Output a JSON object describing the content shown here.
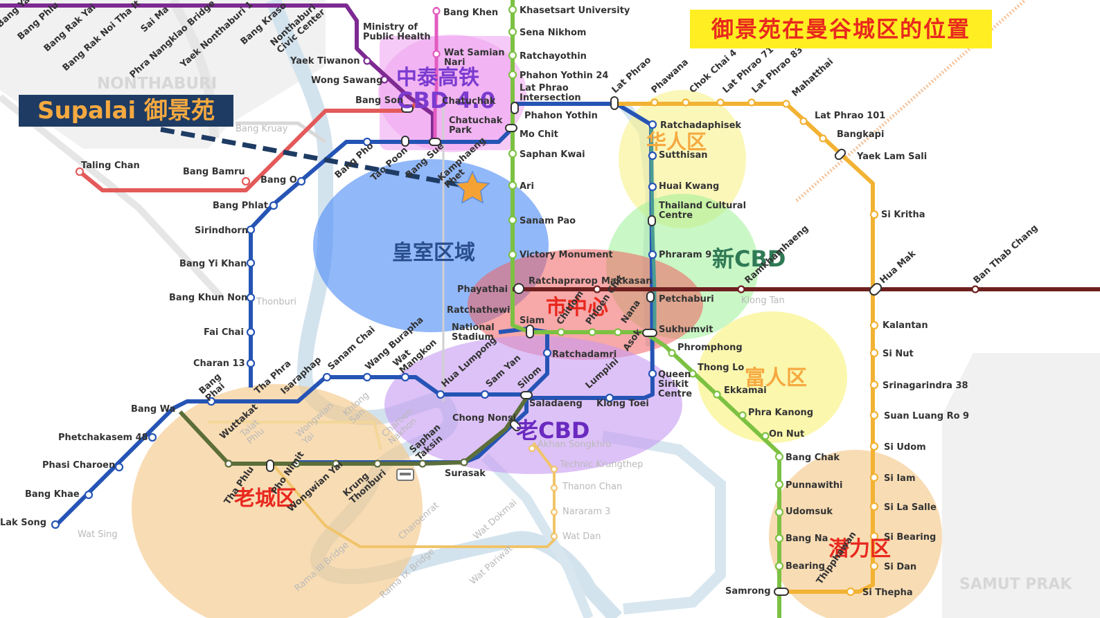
{
  "title": "御景苑在曼谷城区的位置",
  "project_label": "Supalai 御景苑",
  "regions": [
    "NONTHABURI",
    "SAMUT PRAK"
  ],
  "zones": {
    "hsr": "中泰高铁",
    "cbd40": "CBD 4.0",
    "royal": "皇室区域",
    "city_center": "市中心",
    "chinatown": "华人区",
    "new_cbd": "新CBD",
    "rich": "富人区",
    "old_cbd": "老CBD",
    "old_city": "老城区",
    "potential": "潜力区"
  },
  "stations": {
    "bang_khen": "Bang Khen",
    "khasetsart": "Khasetsart University",
    "sena_nikhom": "Sena Nikhom",
    "ratchayothin": "Ratchayothin",
    "phahon_24": "Phahon Yothin 24",
    "lat_phrao_intersection": "Lat Phrao\nIntersection",
    "phahon_yothin": "Phahon Yothin",
    "mo_chit": "Mo Chit",
    "saphan_kwai": "Saphan Kwai",
    "ari": "Ari",
    "sanam_pao": "Sanam Pao",
    "victory": "Victory Monument",
    "phayathai": "Phayathai",
    "ratchathewi": "Ratchathewi",
    "national_stadium": "National\nStadium",
    "siam": "Siam",
    "ratchaprarop": "Ratchaprarop",
    "makkasan": "Makkasan",
    "petchaburi": "Petchaburi",
    "sukhumvit": "Sukhumvit",
    "phromphong": "Phromphong",
    "thong_lo": "Thong Lo",
    "ekkamai": "Ekkamai",
    "phra_kanong": "Phra Kanong",
    "on_nut": "On Nut",
    "bang_chak": "Bang Chak",
    "punnawithi": "Punnawithi",
    "udomsuk": "Udomsuk",
    "bang_na": "Bang Na",
    "bearing": "Bearing",
    "samrong": "Samrong",
    "ratchadaphisek": "Ratchadaphisek",
    "sutthisan": "Sutthisan",
    "huai_kwang": "Huai Kwang",
    "thai_cultural": "Thailand Cultural\nCentre",
    "phraram9": "Phraram 9",
    "queen_sirikit": "Queen\nSirikit\nCentre",
    "ratchadamri": "Ratchadamri",
    "saladaeng": "Saladaeng",
    "klong_toei": "Klong Toei",
    "chong_nonsi": "Chong Nonsi",
    "akhan_songkhro": "Akhan Songkhro",
    "technic_krungthep": "Technic Krungthep",
    "thanon_chan": "Thanon Chan",
    "nararam3": "Nararam 3",
    "wat_dan": "Wat Dan",
    "surasak": "Surasak",
    "lat_phrao101": "Lat Phrao 101",
    "bangkapi": "Bangkapi",
    "yaek_lam_sali": "Yaek Lam Sali",
    "si_kritha": "Si Kritha",
    "kalantan": "Kalantan",
    "si_nut": "Si Nut",
    "srinagarindra38": "Srinagarindra 38",
    "suan_luang": "Suan Luang Ro 9",
    "si_udom": "Si Udom",
    "si_iam": "Si Iam",
    "si_la_salle": "Si La Salle",
    "si_bearing": "Si Bearing",
    "si_dan": "Si Dan",
    "si_thepha": "Si Thepha",
    "ministry": "Ministry of\nPublic Health",
    "yaek_tiwanon": "Yaek Tiwanon",
    "wong_sawang": "Wong Sawang",
    "bang_son": "Bang Son",
    "wat_samian_nari": "Wat Samian\nNari",
    "chatuchak_park": "Chatuchak\nPark",
    "chatuchak": "Chatuchak",
    "taling_chan": "Taling Chan",
    "bang_bamru": "Bang Bamru",
    "bang_kruay": "Bang Kruay",
    "bang_o": "Bang O",
    "bang_phlat": "Bang Phlat",
    "sirindhorn": "Sirindhorn",
    "bang_yi_khan": "Bang Yi Khan",
    "bang_khun_non": "Bang Khun Non",
    "thonburi": "Thonburi",
    "fai_chai": "Fai Chai",
    "charan13": "Charan 13",
    "bang_wa": "Bang Wa",
    "phetchakasem48": "Phetchakasem 48",
    "phasi_charoen": "Phasi Charoen",
    "bang_khae": "Bang Khae",
    "lak_song": "Lak Song",
    "wat_sing": "Wat Sing",
    "klong_tan": "Klong Tan"
  },
  "rotated_labels": {
    "bang_yai": "Bang Yai",
    "bang_phlu": "Bang Phlu",
    "bang_rak_yai": "Bang Rak Yai",
    "bang_rak_noi": "Bang Rak Noi Tha It",
    "sai_ma": "Sai Ma",
    "phra_nangklao": "Phra Nangklao Bridge",
    "yaek_nonthaburi": "Yaek Nonthaburi 1",
    "bang_kraso": "Bang Kraso",
    "nonthaburi_civic": "Nonthaburi\nCivic Center",
    "bang_pho": "Bang Pho",
    "tao_poon": "Tao Poon",
    "bang_sue": "Bang Sue",
    "kamphaeng_phet": "Kamphaeng\nPhet",
    "lat_phrao": "Lat Phrao",
    "phawana": "Phawana",
    "chok_chai4": "Chok Chai 4",
    "lat_phrao71": "Lat Phrao 71",
    "lat_phrao83": "Lat Phrao 83",
    "mahatthai": "Mahatthai",
    "ramkhamhaeng": "Ramkhamhaeng",
    "hua_mak": "Hua Mak",
    "ban_thap_chang": "Ban Thab Chang",
    "chitlom": "Chitlom",
    "phloen_chit": "Phloen Chit",
    "nana": "Nana",
    "asok": "Asok",
    "hua_lumpong": "Hua Lumpong",
    "sam_yan": "Sam Yan",
    "silom": "Silom",
    "lumpini": "Lumpini",
    "sanam_chai": "Sanam Chai",
    "wang_burapha": "Wang Burapha",
    "wat_mangkon": "Wat\nMangkon",
    "isaraphap": "Isaraphap",
    "tha_phra": "Tha Phra",
    "bang_phai": "Bang\nPhai",
    "wuttakat": "Wuttakat",
    "talat_phlu": "Talat\nPhlu",
    "wongwian_yai_faint": "Wongwian\nYai",
    "khlong_san": "Khlong\nSan",
    "charoen_nakhon": "Charoen\nNakhon",
    "saphan_taksin": "Saphan\nTaksin",
    "tha_phlu": "Tha Phlu",
    "pho_nimit": "Pho Nimit",
    "wongwian_yai": "Wongwian Yai",
    "krung_thonburi": "Krung\nThonburi",
    "charoenrat": "Charoenrat",
    "wat_dokmai": "Wat Dokmai",
    "rama3_bridge": "Rama III Bridge",
    "rama9_bridge": "Rama IX Bridge",
    "wat_pariwat": "Wat Pariwat",
    "thipphawan": "Thipphawan"
  },
  "colors": {
    "title_bg": "#ffee22",
    "title_text": "#e8281e",
    "label_bg": "#1e3b63",
    "label_text": "#f5a940",
    "line_sukhumvit": "#7cc142",
    "line_silom": "#2f7a55",
    "line_blue": "#2554b5",
    "line_purple": "#7d2a92",
    "line_red": "#e35a5a",
    "line_airport": "#6e1f1f",
    "line_yellow": "#f2b233",
    "line_pink": "#e35cc0",
    "line_gold": "#f0c469"
  }
}
